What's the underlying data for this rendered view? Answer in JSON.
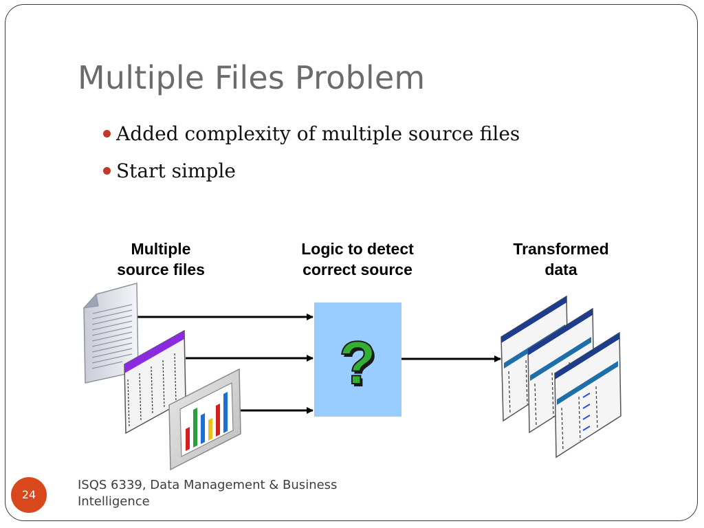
{
  "slide": {
    "title": "Multiple Files Problem",
    "bullets": [
      "Added complexity of multiple source files",
      "Start simple"
    ]
  },
  "diagram": {
    "sources_label": [
      "Multiple",
      "source files"
    ],
    "logic_label": [
      "Logic to detect",
      "correct source"
    ],
    "output_label": [
      "Transformed",
      "data"
    ],
    "logic_symbol": "?",
    "colors": {
      "logic_box": "#99ccff",
      "question_mark": "#33b033",
      "window_titlebar": "#1e3c8c",
      "table_header": "#8a2be2"
    },
    "icons": [
      "document-icon",
      "spreadsheet-icon",
      "bar-chart-icon",
      "app-window-icon"
    ]
  },
  "footer": {
    "course": "ISQS 6339, Data Management & Business",
    "course_line2": "Intelligence",
    "page": "24"
  }
}
